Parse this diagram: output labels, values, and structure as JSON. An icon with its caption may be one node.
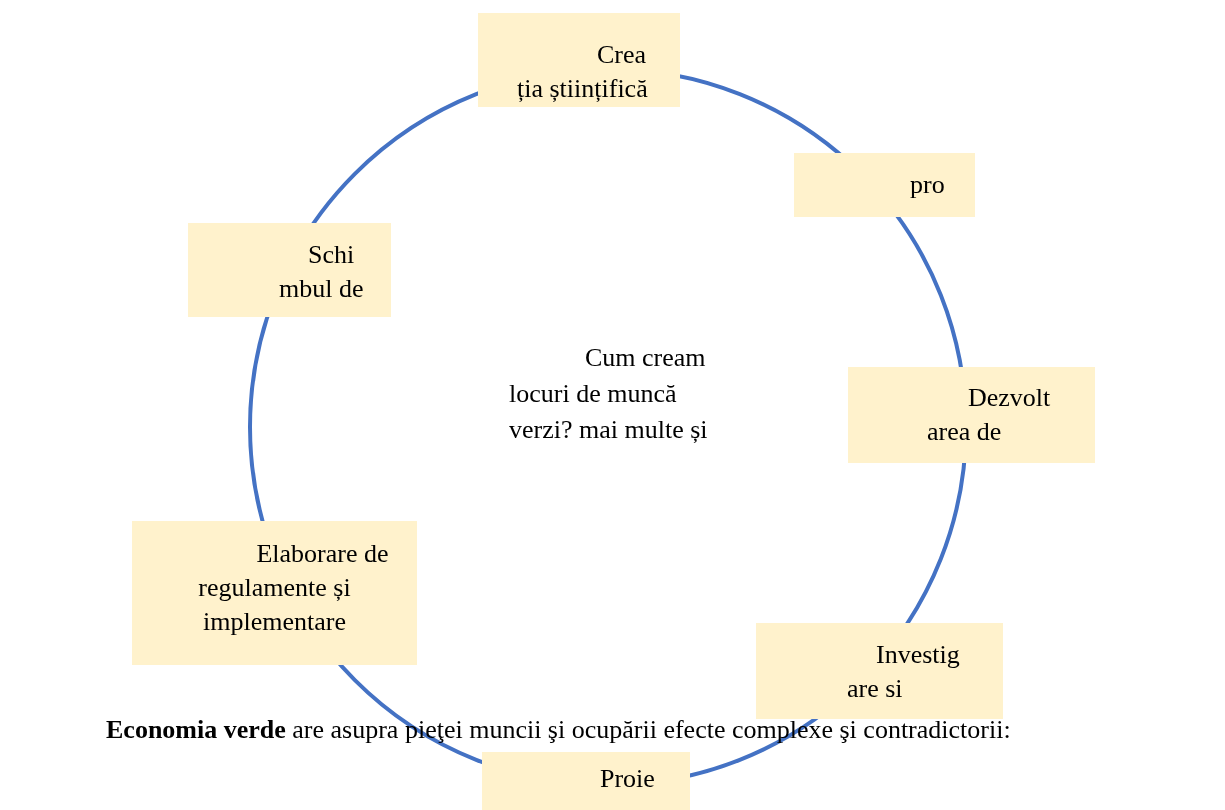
{
  "diagram": {
    "nodes": [
      {
        "text": [
          "Crea ția științifică"
        ]
      },
      {
        "text": [
          "pro"
        ]
      },
      {
        "text": [
          "Schi mbul de"
        ]
      },
      {
        "text": [
          "Dezvolt area de"
        ]
      },
      {
        "text": [
          "Elaborare de regulamente și implementare"
        ]
      },
      {
        "text": [
          "Investig are si"
        ]
      },
      {
        "text": [
          "Proie"
        ]
      }
    ],
    "labels": [
      "Cum cream locuri de muncă verzi? mai multe și",
      "**Economia verde** are asupra pieţei muncii şi ocupării efecte complexe şi contradictorii:"
    ]
  }
}
